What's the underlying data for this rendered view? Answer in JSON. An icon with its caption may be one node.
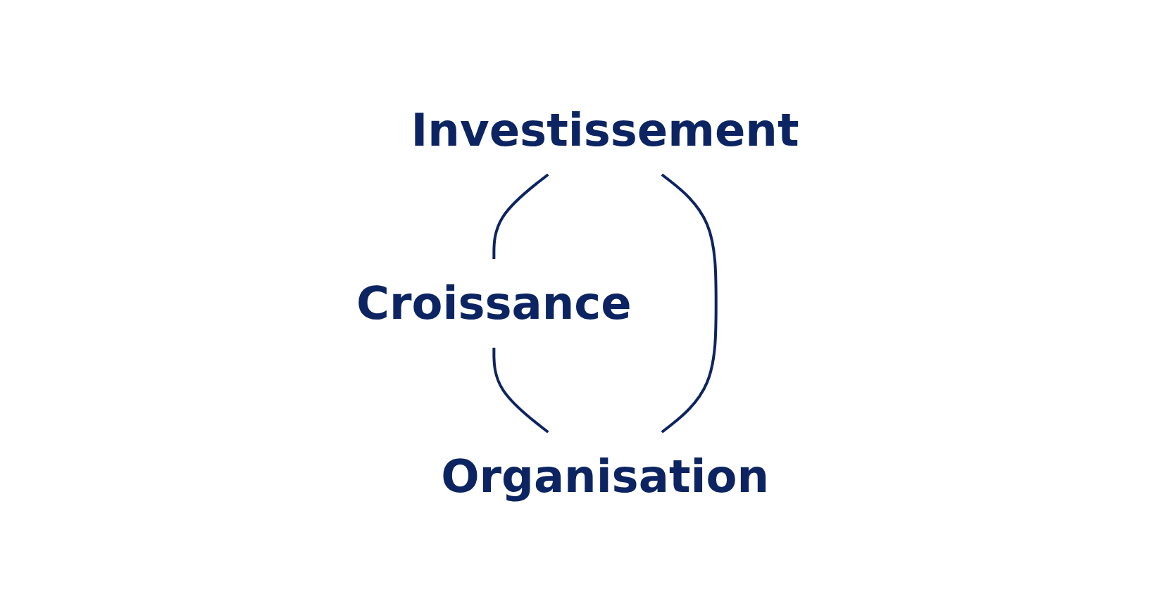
{
  "diagram": {
    "nodes": [
      {
        "text": [
          "Investissement"
        ]
      },
      {
        "text": [
          "Croissance"
        ]
      },
      {
        "text": [
          "Organisation"
        ]
      }
    ],
    "edges": [
      {
        "from": 0,
        "to": 1,
        "arrow": "none"
      },
      {
        "from": 1,
        "to": 2,
        "arrow": "none"
      },
      {
        "from": 2,
        "to": 0,
        "arrow": "none"
      }
    ]
  }
}
